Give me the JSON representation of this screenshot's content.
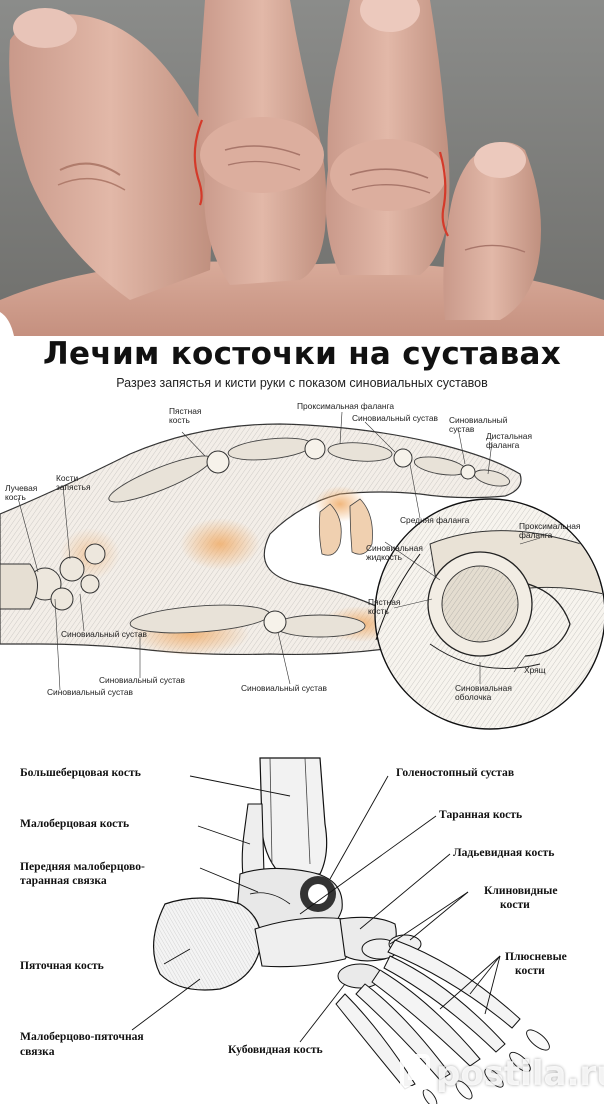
{
  "title": "Лечим косточки на суставах",
  "subtitle": "Разрез запястья и кисти руки с показом синовиальных суставов",
  "hand_labels": {
    "pyastnaya_kost": "Пястная\nкость",
    "proksimalnaya_falanga": "Проксимальная фаланга",
    "sinovialny_sustav_top": "Синовиальный сустав",
    "sinovialny_sustav_right": "Синовиальный\nсустав",
    "distalnaya_falanga": "Дистальная\nфаланга",
    "luchevaya_kost": "Лучевая\nкость",
    "kosti_zapyastya": "Кости\nзапястья",
    "srednyaya_falanga": "Средняя фаланга",
    "proksimalnaya_falanga_inset": "Проксимальная\nфаланга",
    "sinovialnaya_zhidkost": "Синовиальная\nжидкость",
    "pyastnaya_kost_inset": "Пястная\nкость",
    "sinovialny_sustav_1": "Синовиальный сустав",
    "sinovialny_sustav_2": "Синовиальный сустав",
    "sinovialny_sustav_3": "Синовиальный сустав",
    "sinovialny_sustav_4": "Синовиальный сустав",
    "hryaschi": "Хрящ",
    "sinovialnaya_obolochka": "Синовиальная\nоболочка"
  },
  "foot_labels": {
    "bolshebercovaya": "Большеберцовая  кость",
    "maloberсovaya": "Малоберцовая кость",
    "perednyaya_svyazka_1": "Передняя малоберцово-",
    "perednyaya_svyazka_2": "таранная связка",
    "pyatochnaya": "Пяточная кость",
    "malobercovo_pyatochnaya_1": "Малоберцово-пяточная",
    "malobercovo_pyatochnaya_2": "связка",
    "golenostopny": "Голеностопный сустав",
    "tarannaya": "Таранная кость",
    "ladevidnaya": "Ладьевидная кость",
    "klinovidnye_1": "Клиновидные",
    "klinovidnye_2": "кости",
    "plyusnevye_1": "Плюсневые",
    "plyusnevye_2": "кости",
    "kubovidnaya": "Кубовидная  кость"
  },
  "watermark": "postila.ru"
}
